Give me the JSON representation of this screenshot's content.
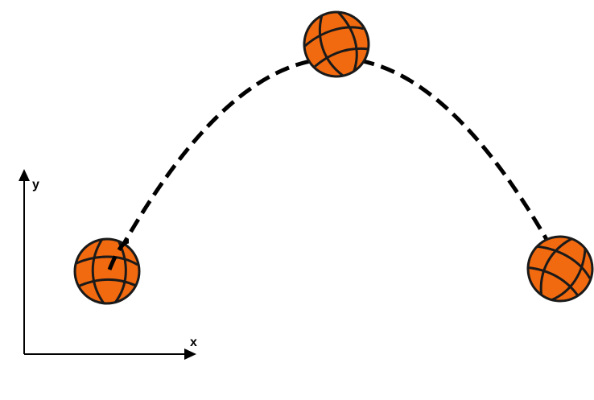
{
  "axes": {
    "x_label": "x",
    "y_label": "y"
  },
  "trajectory": {
    "style": "dashed",
    "color": "#000000"
  },
  "balls": [
    {
      "icon": "basketball-icon",
      "position": "launch"
    },
    {
      "icon": "basketball-icon",
      "position": "apex"
    },
    {
      "icon": "basketball-icon",
      "position": "landing"
    }
  ],
  "colors": {
    "ball_fill": "#f26a0f",
    "ball_seam": "#1a1a1a"
  }
}
